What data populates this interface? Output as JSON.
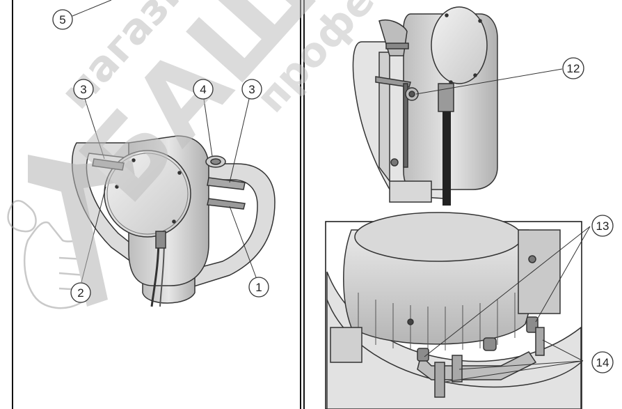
{
  "figure": {
    "left_panel": {
      "callouts": [
        {
          "id": "c5",
          "label": "5"
        },
        {
          "id": "c3a",
          "label": "3"
        },
        {
          "id": "c4",
          "label": "4"
        },
        {
          "id": "c3b",
          "label": "3"
        },
        {
          "id": "c2",
          "label": "2"
        },
        {
          "id": "c1",
          "label": "1"
        }
      ]
    },
    "right_top_panel": {
      "callouts": [
        {
          "id": "c12",
          "label": "12"
        }
      ]
    },
    "right_bottom_panel": {
      "callouts": [
        {
          "id": "c13",
          "label": "13"
        },
        {
          "id": "c14",
          "label": "14"
        }
      ]
    }
  },
  "watermark": {
    "line1": "магазин",
    "line2": "БАШ",
    "line3": "профессионал"
  },
  "colors": {
    "line": "#222222",
    "machine_light": "#e8e8e8",
    "machine_mid": "#cfcfcf",
    "machine_dark": "#9a9a9a",
    "watermark": "#bdbdbd"
  }
}
